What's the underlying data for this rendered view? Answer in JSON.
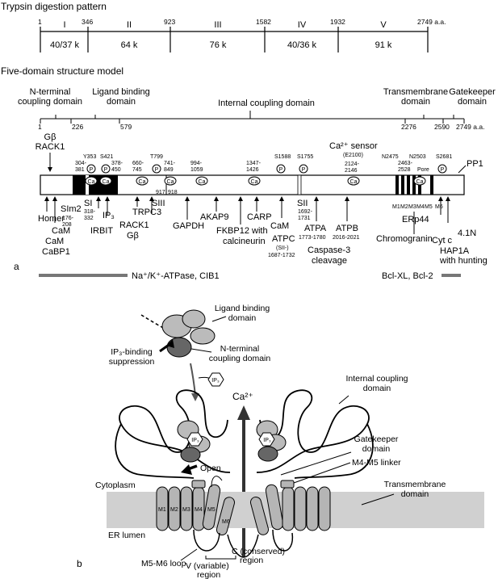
{
  "trypsin": {
    "title": "Trypsin digestion pattern",
    "ticks": [
      "1",
      "346",
      "923",
      "1582",
      "1932",
      "2749 a.a."
    ],
    "fragments": [
      {
        "roman": "I",
        "size": "40/37 k"
      },
      {
        "roman": "II",
        "size": "64 k"
      },
      {
        "roman": "III",
        "size": "76 k"
      },
      {
        "roman": "IV",
        "size": "40/36 k"
      },
      {
        "roman": "V",
        "size": "91 k"
      }
    ]
  },
  "model": {
    "title": "Five-domain structure model",
    "domains": {
      "nterm": [
        "N-terminal",
        "coupling domain"
      ],
      "ligand": [
        "Ligand binding",
        "domain"
      ],
      "internal": "Internal coupling domain",
      "transmembrane": [
        "Transmembrane",
        "domain"
      ],
      "gatekeeper": [
        "Gatekeeper",
        "domain"
      ]
    },
    "ticks": [
      "1",
      "226",
      "579",
      "2276",
      "2590",
      "2749 a.a."
    ],
    "top_labels": {
      "g_beta": "Gβ",
      "rack1": "RACK1",
      "y353": "Y353",
      "s421": "S421",
      "r304": "304-",
      "r381": "381",
      "r378": "378-",
      "r450": "450",
      "r660": "660-",
      "r745": "745",
      "t799": "T799",
      "r741": "741-",
      "r849": "849",
      "r994": "994-",
      "r1059": "1059",
      "r1347": "1347-",
      "r1426": "1426",
      "s1588": "S1588",
      "s1755": "S1755",
      "ca_sensor": "Ca²⁺ sensor",
      "e2100": "(E2100)",
      "r2124": "2124-",
      "r2146": "2146",
      "n2475": "N2475",
      "n2503": "N2503",
      "r2463": "2463-",
      "r2528": "2528",
      "s2681": "S2681",
      "pp1": "PP1",
      "pore": "Pore",
      "p": "P",
      "ca": "Ca"
    },
    "bottom_labels": {
      "homer": "Homer",
      "cam": "CaM",
      "cam2": "CaM",
      "cabp1": "CaBP1",
      "si_m2": "SIm2",
      "r176": "176-",
      "r208": "208",
      "si": "SI",
      "r318": "318-",
      "r332": "332",
      "ip3": "IP₃",
      "irbit": "IRBIT",
      "trpc3": "TRPC3",
      "rack1": "RACK1",
      "gbeta": "Gβ",
      "siii": "SIII",
      "r917": "917",
      "r918": "918",
      "gapdh": "GAPDH",
      "akap9": "AKAP9",
      "fkbp": "FKBP12 with",
      "calcineurin": "calcineurin",
      "carp": "CARP",
      "cam3": "CaM",
      "sii": "SII",
      "r1692": "1692-",
      "r1731": "1731",
      "atpc": "ATPC",
      "sii_minus": "(SII-)",
      "r1687": "1687-1732",
      "atpa": "ATPA",
      "r1773": "1773-1780",
      "caspase": "Caspase-3",
      "cleavage": "cleavage",
      "atpb": "ATPB",
      "r2016": "2016-2021",
      "m1": "M1",
      "m2": "M2",
      "m3": "M3",
      "m4": "M4",
      "m5": "M5",
      "m6": "M6",
      "erp44": "ERp44",
      "chromogranin": "Chromogranin",
      "cytc": "Cyt c",
      "n41": "4.1N",
      "hap1a": "HAP1A",
      "hunting": "with hunting"
    },
    "panel_letter": "a",
    "bars": {
      "na_k": "Na⁺/K⁺-ATPase, CIB1",
      "bcl": "Bcl-XL, Bcl-2"
    }
  },
  "schematic": {
    "panel_letter": "b",
    "ligand": [
      "Ligand binding",
      "domain"
    ],
    "nterm": [
      "N-terminal",
      "coupling domain"
    ],
    "suppression": [
      "IP₃-binding",
      "suppression"
    ],
    "ip3": "IP₃",
    "ca": "Ca²⁺",
    "internal": [
      "Internal coupling",
      "domain"
    ],
    "gatekeeper": [
      "Gatekeeper",
      "domain"
    ],
    "open": "Open",
    "m4m5": "M4-M5 linker",
    "cytoplasm": "Cytoplasm",
    "transmembrane": [
      "Transmembrane",
      "domain"
    ],
    "er_lumen": "ER lumen",
    "helices": [
      "M1",
      "M2",
      "M3",
      "M4",
      "M5",
      "M6"
    ],
    "m5m6": "M5-M6 loop",
    "c_region": [
      "C (conserved)",
      "region"
    ],
    "v_region": [
      "V (variable)",
      "region"
    ]
  }
}
